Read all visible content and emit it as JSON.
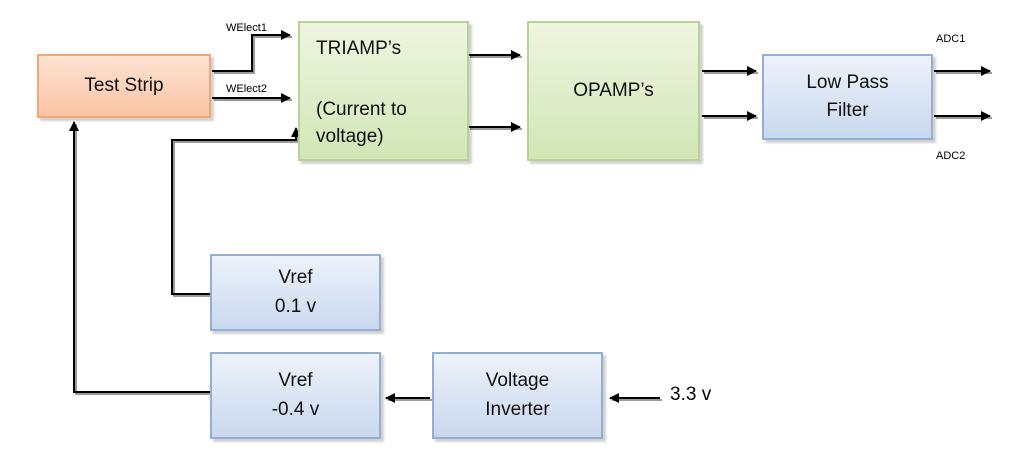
{
  "blocks": {
    "test_strip": "Test Strip",
    "triamp_title": "TRIAMP’s",
    "triamp_sub": "(Current to\nvoltage)",
    "opamp": "OPAMP’s",
    "low_pass": "Low Pass\nFilter",
    "vref1": "Vref\n0.1 v",
    "vref2": "Vref\n-0.4 v",
    "inverter": "Voltage\nInverter"
  },
  "signals": {
    "welect1": "WElect1",
    "welect2": "WElect2",
    "adc1": "ADC1",
    "adc2": "ADC2",
    "supply": "3.3 v"
  },
  "colors": {
    "test_strip_fill": "#f9c4a4",
    "amplifier_fill": "#d2e6b6",
    "reference_fill": "#c9d8ee"
  }
}
